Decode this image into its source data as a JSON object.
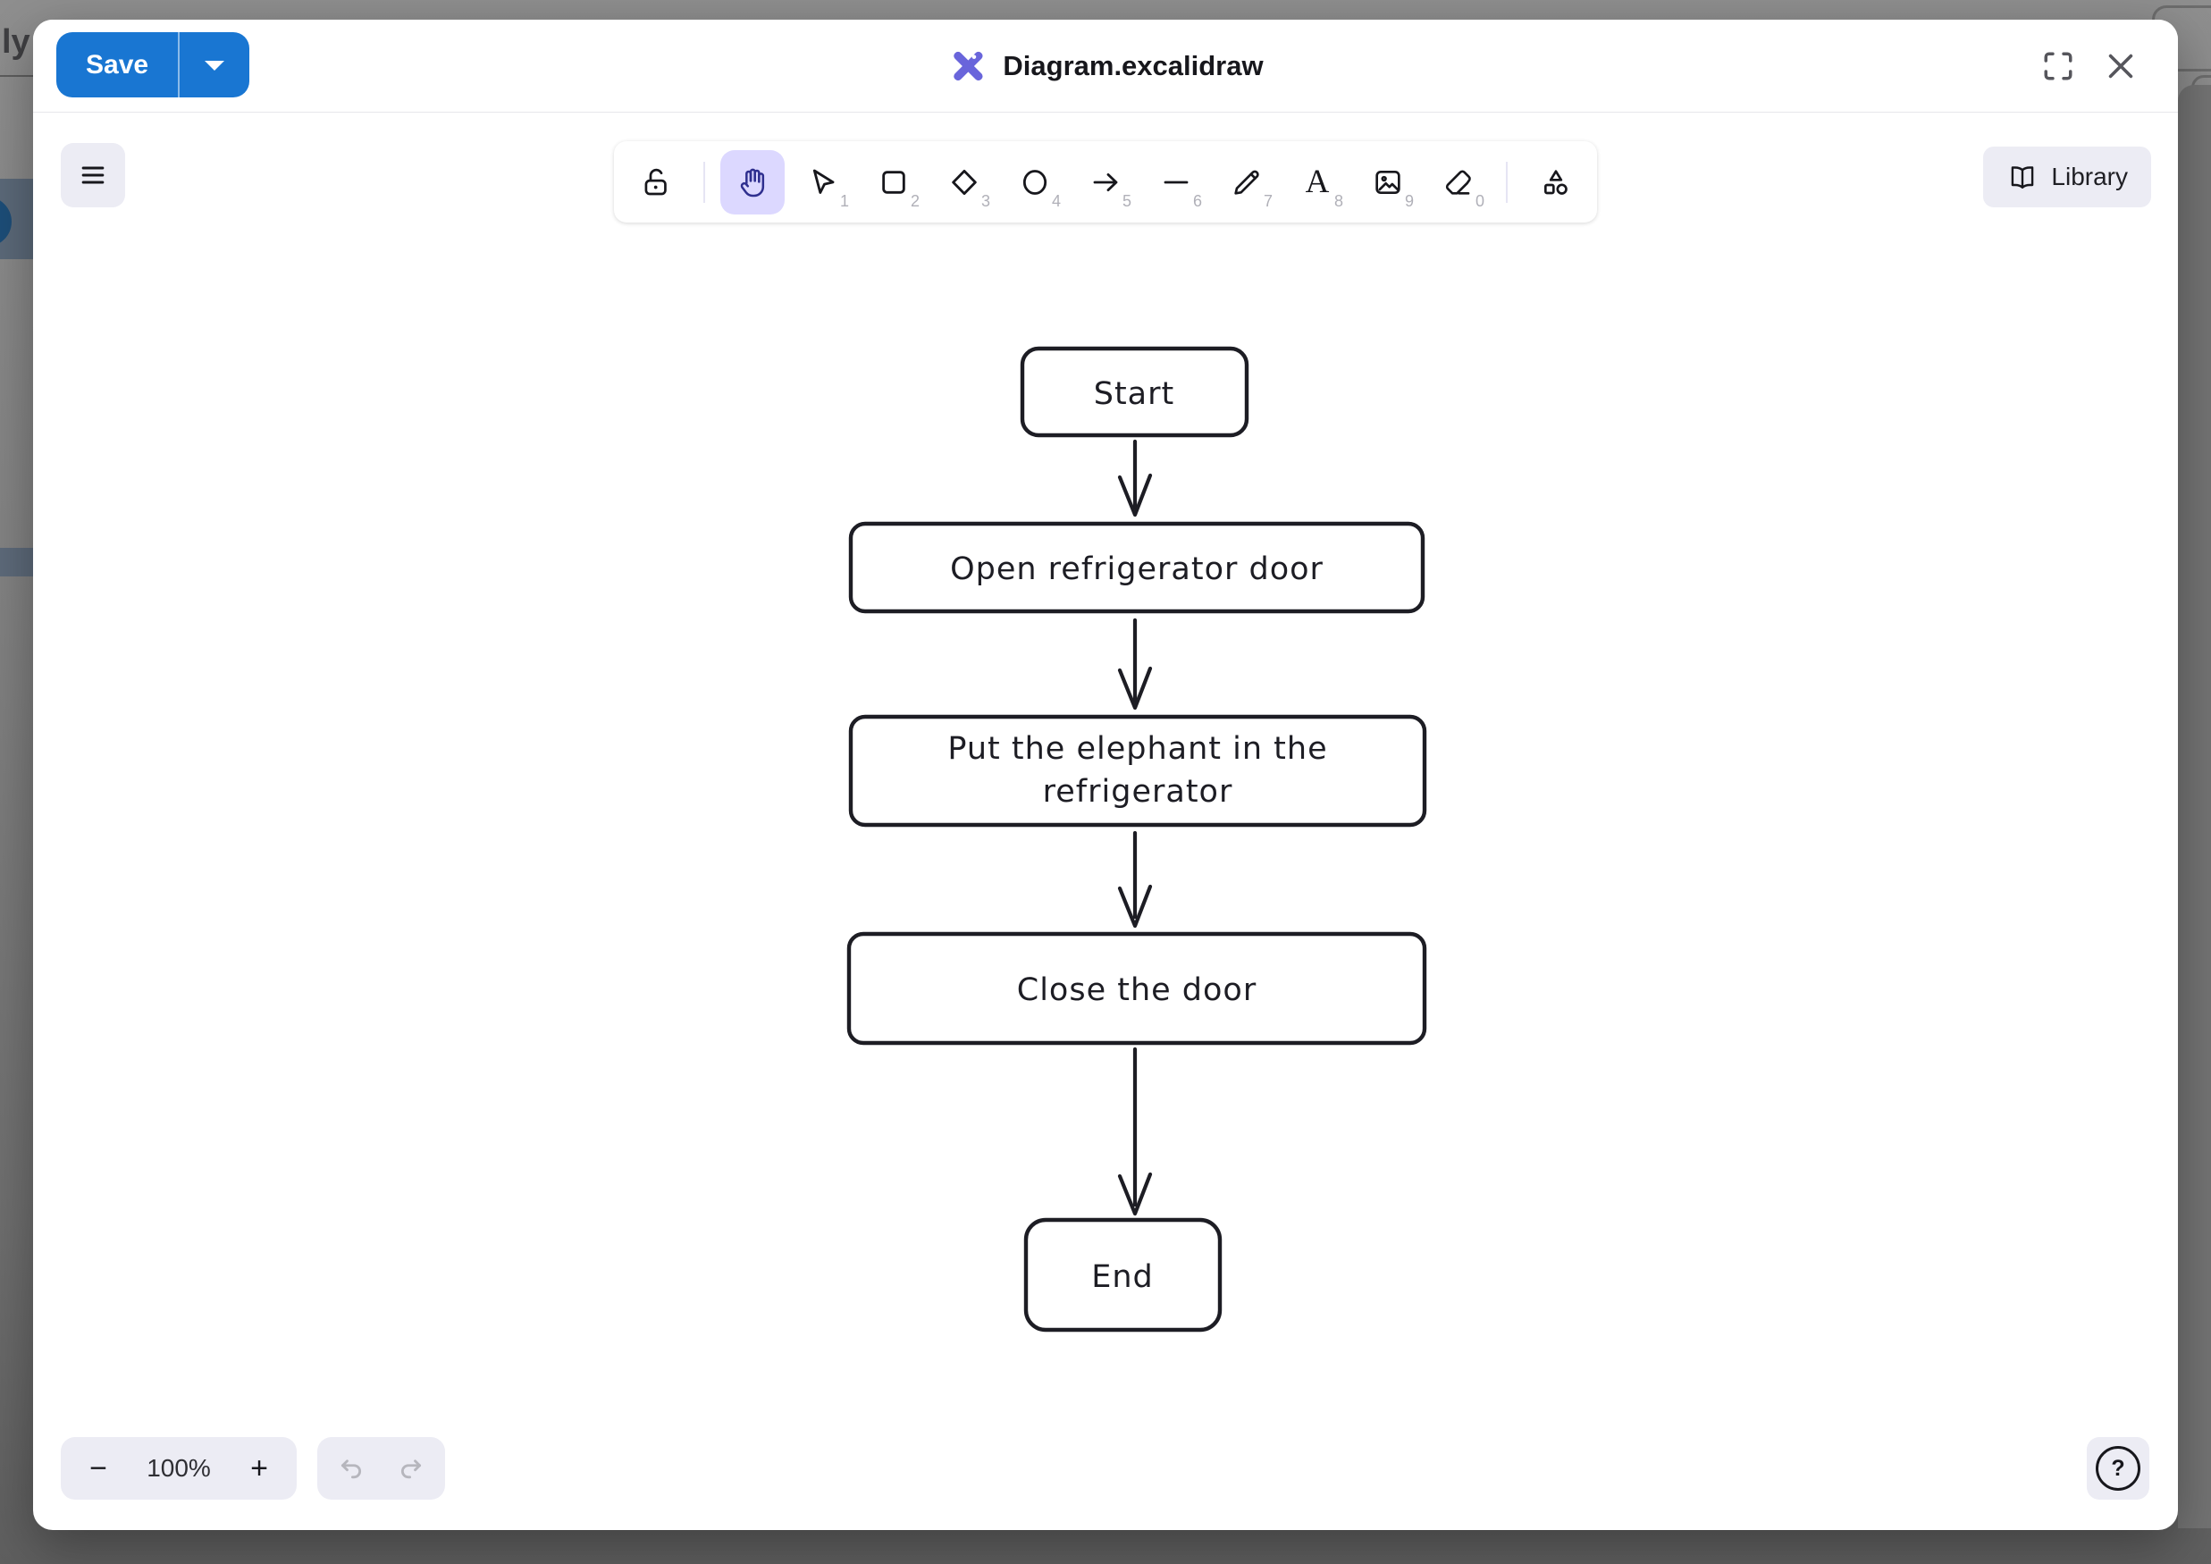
{
  "backdrop": {
    "clipped_text": "ly F"
  },
  "topbar": {
    "save": "Save",
    "title": "Diagram.excalidraw"
  },
  "toolbar": {
    "shortcuts": {
      "selection": "1",
      "rectangle": "2",
      "diamond": "3",
      "ellipse": "4",
      "arrow": "5",
      "line": "6",
      "draw": "7",
      "text": "8",
      "image": "9",
      "eraser": "0"
    },
    "text_tool_glyph": "A",
    "selected_tool": "hand"
  },
  "library": {
    "label": "Library"
  },
  "footer": {
    "zoom_out": "−",
    "zoom_level": "100%",
    "zoom_in": "+",
    "help": "?"
  },
  "canvas": {
    "nodes": [
      {
        "label": "Start"
      },
      {
        "label": "Open refrigerator door"
      },
      {
        "lines": [
          "Put the elephant in the",
          "refrigerator"
        ]
      },
      {
        "label": "Close the door"
      },
      {
        "label": "End"
      }
    ]
  },
  "colors": {
    "accent_blue": "#1976d2",
    "logo_purple": "#6965db",
    "selected_tool_bg": "#dcd8ff",
    "selected_tool_icon": "#2f2f8f",
    "island_bg": "#ececf4",
    "canvas_stroke": "#1d1d24"
  }
}
